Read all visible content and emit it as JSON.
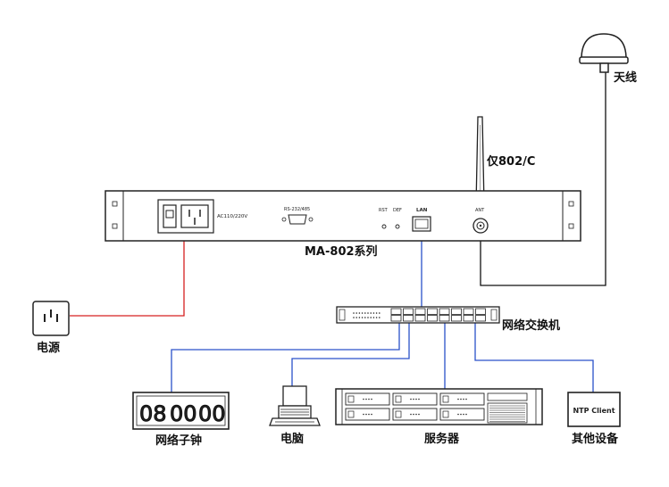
{
  "labels": {
    "antenna": "天线",
    "wifi_note": "仅802/C",
    "device": "MA-802系列",
    "power": "电源",
    "switch": "网络交换机",
    "clock": "网络子钟",
    "pc": "电脑",
    "server": "服务器",
    "other": "其他设备"
  },
  "panel": {
    "power_spec": "AC110/220V",
    "serial_port": "RS-232/485",
    "rst": "RST",
    "def": "DEF",
    "lan": "LAN",
    "ant": "ANT"
  },
  "clock_display": [
    "08",
    "00",
    "00"
  ],
  "ntp_box": "NTP Client",
  "colors": {
    "power_line": "#d62020",
    "network_line": "#2a52c9",
    "antenna_line": "#111111"
  },
  "icons": [
    "satellite-antenna-icon",
    "wifi-antenna-icon",
    "power-outlet-icon",
    "switch-icon",
    "pc-icon",
    "server-icon"
  ]
}
